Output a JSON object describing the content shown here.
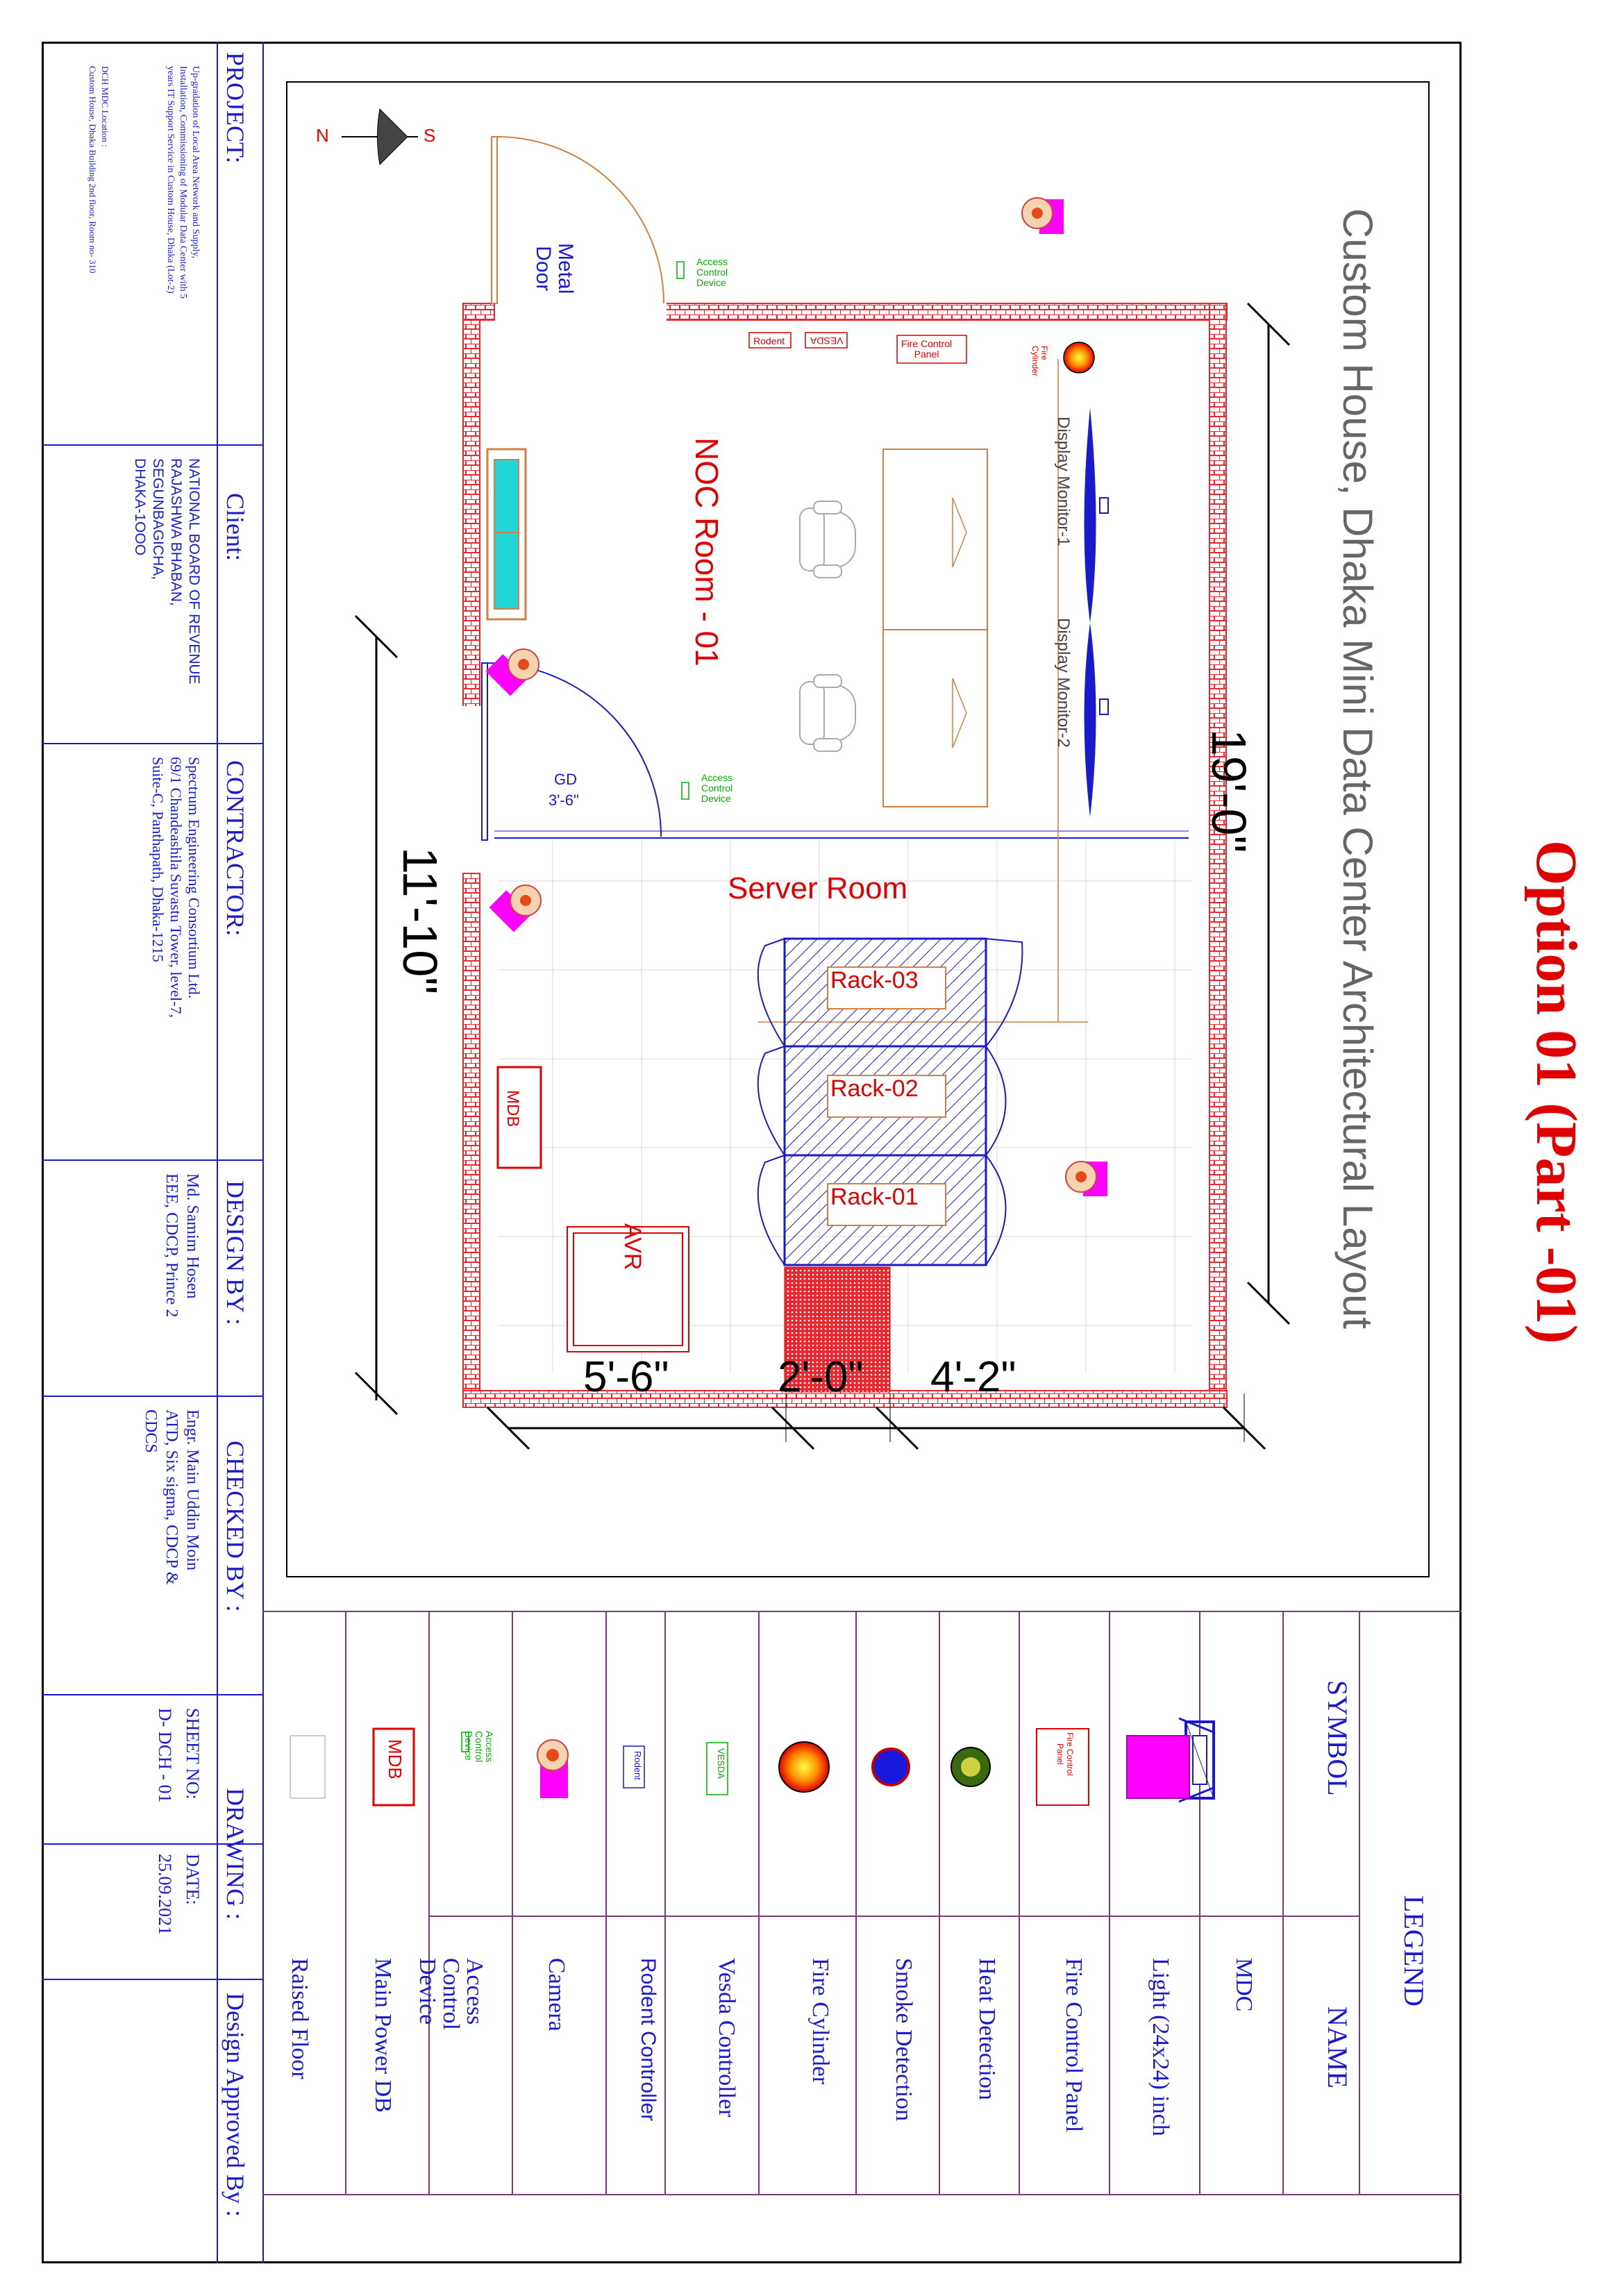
{
  "title_banner": "Option 01 (Part -01)",
  "drawing_title": "Custom House, Dhaka Mini Data Center Architectural Layout",
  "compass": {
    "north": "N",
    "south": "S"
  },
  "rooms": {
    "noc": "NOC Room - 01",
    "server": "Server Room"
  },
  "labels": {
    "metal_door": [
      "Metal",
      "Door"
    ],
    "gd": "GD",
    "gd_size": "3'-6\"",
    "access_device": [
      "Access",
      "Control",
      "Device"
    ],
    "rodent": "Rodent",
    "vesda": "VESDA",
    "fire_panel": [
      "Fire Control",
      "Panel"
    ],
    "fire_cylinder": [
      "Fire",
      "Cylinder"
    ],
    "display_1": "Display  Monitor-1",
    "display_2": "Display  Monitor-2",
    "mdb": "MDB",
    "avr": "AVR",
    "racks": [
      "Rack-03",
      "Rack-02",
      "Rack-01"
    ]
  },
  "dimensions": {
    "length": "19'-0\"",
    "width": "11'-10\"",
    "seg_a": "5'-6\"",
    "seg_b": "2'-0\"",
    "seg_c": "4'-2\""
  },
  "title_block": {
    "project_head": "PROJECT:",
    "project_lines": [
      "Up-gradation of Local Area Network and Supply,",
      "Installation, Commissioning of Modular Data Center with 5",
      "years IT Support Service in Custom House, Dhaka (Lot-2)"
    ],
    "location_lines": [
      "DCH  MDC  Location :",
      "Custom House, Dhaka Building 2nd floor, Room no- 310"
    ],
    "client_head": "Client:",
    "client_lines": [
      "NATIONAL BOARD OF REVENUE",
      "RAJASHWA BHABAN,",
      "SEGUNBAGICHA,",
      "DHAKA-1OOO"
    ],
    "contractor_head": "CONTRACTOR:",
    "contractor_lines": [
      "Spectrum Engineering Consortium Ltd.",
      "69/1 Chandeashila Suvastu Tower, level-7,",
      "Suite-C, Panthapath, Dhaka-1215"
    ],
    "design_head": "DESIGN BY :",
    "design_lines": [
      "Md. Samim Hosen",
      "EEE, CDCP, Prince 2"
    ],
    "checked_head": "CHECKED BY :",
    "checked_lines": [
      "Engr. Main Uddin Moin",
      "ATD, Six sigma, CDCP &",
      "CDCS"
    ],
    "sheet_head": "SHEET NO:",
    "sheet_value": "D- DCH - 01",
    "date_head": "DATE:",
    "date_value": "25.09.2021",
    "drawing_head": "DRAWING :",
    "approved_head": "Design Approved By :"
  },
  "legend": {
    "title": "LEGEND",
    "symbol_head": "SYMBOL",
    "name_head": "NAME",
    "items": [
      "MDC",
      "Light (24x24) inch",
      "Fire Control Panel",
      "Heat Detection",
      "Smoke Detection",
      "Fire Cylinder",
      "Vesda Controller",
      "Rodent Controller",
      "Camera",
      "Access Control Device",
      "Main Power DB",
      "Raised Floor"
    ],
    "sym_fire_panel": [
      "Fire Control",
      "Panel"
    ],
    "sym_vesda": "VESDA",
    "sym_rodent": "Rodent",
    "sym_access": [
      "Access",
      "Control",
      "Device"
    ],
    "sym_mdb": "MDB"
  },
  "colors": {
    "blue": "#1a1acc",
    "red": "#e00000",
    "brick": "#e8282e",
    "purple": "#7a3a7a",
    "magenta": "#ff00ff",
    "door_orange": "#d08040",
    "green": "#00b000"
  }
}
